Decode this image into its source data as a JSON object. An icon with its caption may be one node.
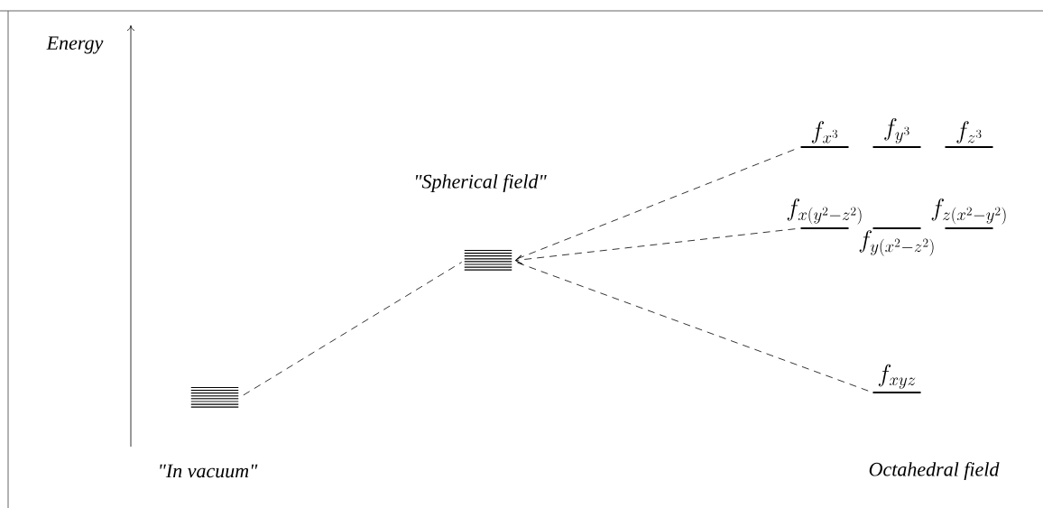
{
  "diagram": {
    "nodes": [
      {
        "text": [],
        "shape": "bar"
      },
      {
        "text": [],
        "shape": "bar"
      },
      {
        "text": [
          "f_{x^3}"
        ]
      },
      {
        "text": [
          "f_{y^3}"
        ]
      },
      {
        "text": [
          "f_{z^3}"
        ]
      },
      {
        "text": [
          "f_{x(y^2-z^2)}"
        ]
      },
      {
        "text": [
          "f_{y(x^2-z^2)}"
        ]
      },
      {
        "text": [
          "f_{z(x^2-y^2)}"
        ]
      },
      {
        "text": [
          "f_{xyz}"
        ]
      }
    ],
    "edges": [
      {
        "from": 0,
        "to": 1,
        "arrow": "none",
        "style": "dashed"
      },
      {
        "from": 1,
        "to": 2,
        "arrow": "none",
        "style": "dashed"
      },
      {
        "from": 5,
        "to": 1,
        "arrow": "to",
        "style": "dashed"
      },
      {
        "from": 1,
        "to": 8,
        "arrow": "none",
        "style": "dashed"
      }
    ],
    "labels": [
      "Energy",
      "\"Spherical field\"",
      "\"In vacuum\"",
      "Octahedral field"
    ]
  }
}
